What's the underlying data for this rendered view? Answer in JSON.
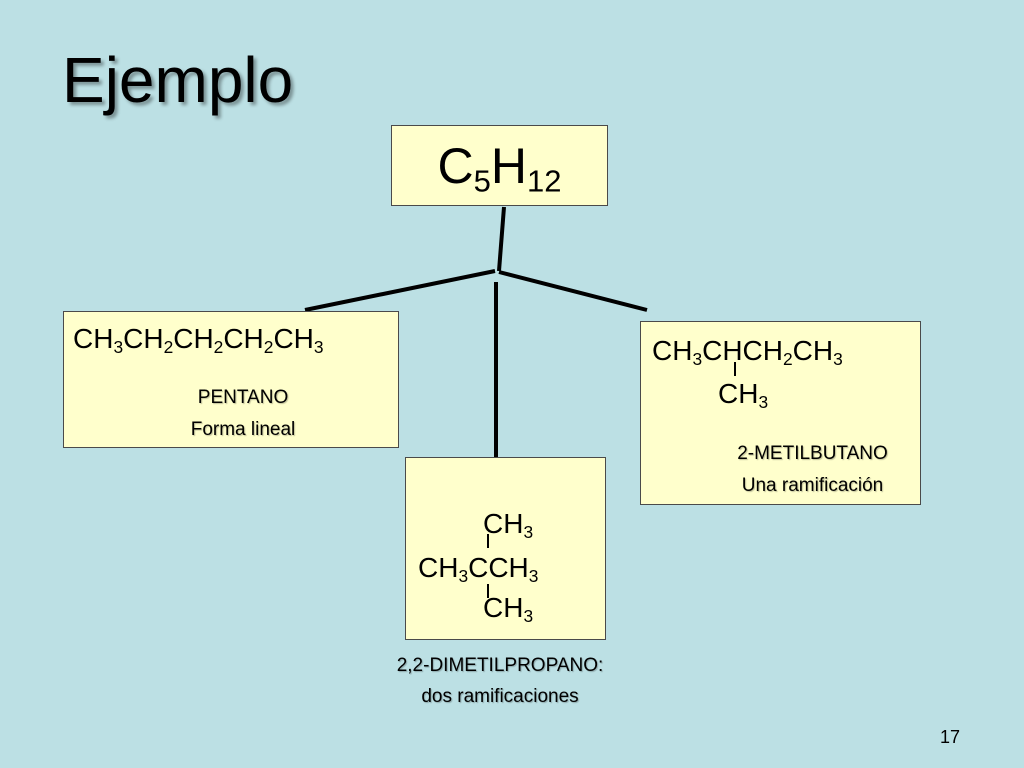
{
  "slide": {
    "title": "Ejemplo",
    "page_number": "17"
  },
  "root": {
    "formula": {
      "c": "C",
      "c_count": "5",
      "h": "H",
      "h_count": "12"
    }
  },
  "pentane": {
    "formula_parts": [
      "CH",
      "3",
      "CH",
      "2",
      "CH",
      "2",
      "CH",
      "2",
      "CH",
      "3"
    ],
    "name": "PENTANO",
    "description": "Forma lineal"
  },
  "dimethylpropane": {
    "top": {
      "text": "CH",
      "sub": "3"
    },
    "middle": {
      "a": "CH",
      "a_sub": "3",
      "b": "CCH",
      "b_sub": "3"
    },
    "bottom": {
      "text": "CH",
      "sub": "3"
    },
    "name": "2,2-DIMETILPROPANO:",
    "description": "dos ramificaciones"
  },
  "methylbutane": {
    "formula_parts": [
      "CH",
      "3",
      "CHCH",
      "2",
      "CH",
      "3"
    ],
    "branch": {
      "text": "CH",
      "sub": "3"
    },
    "name": "2-METILBUTANO",
    "description": "Una ramificación"
  },
  "colors": {
    "background": "#BCE0E4",
    "box_fill": "#FFFFCC",
    "line": "#000000"
  }
}
